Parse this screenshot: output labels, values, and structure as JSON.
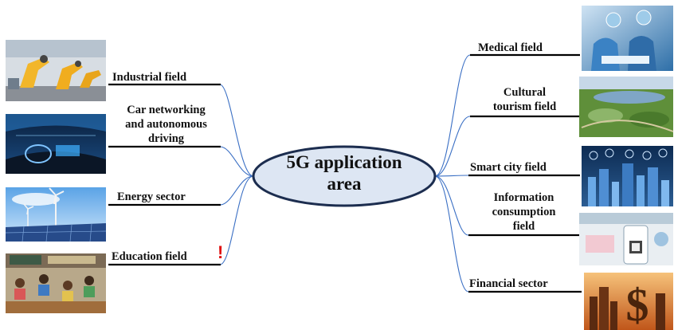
{
  "center": {
    "line1": "5G application",
    "line2": "area"
  },
  "left_branches": [
    {
      "label": "Industrial field",
      "image_icon": "industrial-robot-arms-photo"
    },
    {
      "label_lines": [
        "Car networking",
        "and autonomous",
        "driving"
      ],
      "image_icon": "car-dashboard-photo"
    },
    {
      "label": "Energy sector",
      "image_icon": "wind-turbine-solar-photo"
    },
    {
      "label": "Education field",
      "marker": "!",
      "image_icon": "classroom-photo"
    }
  ],
  "right_branches": [
    {
      "label": "Medical field",
      "image_icon": "surgery-room-photo"
    },
    {
      "label_lines": [
        "Cultural",
        "tourism field"
      ],
      "image_icon": "aerial-landscape-photo"
    },
    {
      "label": "Smart city field",
      "image_icon": "city-skyline-network-photo"
    },
    {
      "label_lines": [
        "Information",
        "consumption",
        "field"
      ],
      "image_icon": "mobile-payment-photo"
    },
    {
      "label": "Financial sector",
      "image_icon": "dollar-city-sunset-photo"
    }
  ],
  "colors": {
    "connector": "#3a6fc4",
    "center_fill": "#dde6f3",
    "center_stroke": "#1c2d4f",
    "underline": "#000000",
    "warn": "#e01010"
  }
}
